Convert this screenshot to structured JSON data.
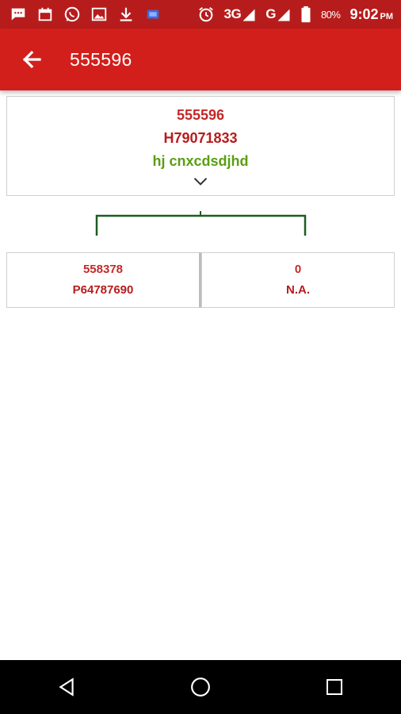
{
  "status_bar": {
    "network_3g": "3G",
    "network_g": "G",
    "battery": "80%",
    "time": "9:02",
    "ampm": "PM",
    "icons": [
      "message-icon",
      "calendar-icon",
      "whatsapp-icon",
      "image-icon",
      "download-icon",
      "app-icon",
      "alarm-icon",
      "signal-icon",
      "signal-icon",
      "battery-icon"
    ]
  },
  "app_bar": {
    "title": "555596",
    "color": "#d21f1b"
  },
  "root_node": {
    "id": "555596",
    "code": "H79071833",
    "name": "hj cnxcdsdjhd"
  },
  "children": [
    {
      "id": "558378",
      "code": "P64787690"
    },
    {
      "id": "0",
      "code": "N.A."
    }
  ],
  "colors": {
    "accent_red": "#c62828",
    "name_green": "#5a9e12",
    "connector_green": "#1b5e20"
  }
}
